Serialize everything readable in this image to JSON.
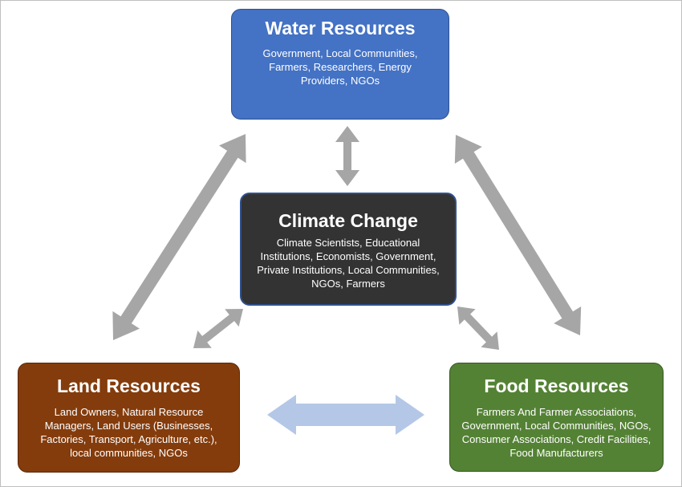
{
  "nodes": {
    "water": {
      "title": "Water Resources",
      "stakeholders": "Government, Local Communities, Farmers, Researchers, Energy Providers, NGOs",
      "color": "#4472c4"
    },
    "climate": {
      "title": "Climate Change",
      "stakeholders": "Climate Scientists, Educational Institutions, Economists, Government, Private Institutions, Local Communities, NGOs, Farmers",
      "color": "#333333"
    },
    "land": {
      "title": "Land Resources",
      "stakeholders": "Land Owners, Natural Resource Managers, Land Users (Businesses, Factories, Transport, Agriculture, etc.), local communities, NGOs",
      "color": "#843c0c"
    },
    "food": {
      "title": "Food Resources",
      "stakeholders": "Farmers And Farmer Associations, Government, Local Communities, NGOs, Consumer Associations, Credit Facilities, Food Manufacturers",
      "color": "#548235"
    }
  },
  "connections": [
    {
      "from": "water",
      "to": "climate",
      "type": "bidirectional",
      "color": "#a6a6a6"
    },
    {
      "from": "water",
      "to": "land",
      "type": "bidirectional",
      "color": "#a6a6a6"
    },
    {
      "from": "water",
      "to": "food",
      "type": "bidirectional",
      "color": "#a6a6a6"
    },
    {
      "from": "climate",
      "to": "land",
      "type": "bidirectional",
      "color": "#a6a6a6"
    },
    {
      "from": "climate",
      "to": "food",
      "type": "bidirectional",
      "color": "#a6a6a6"
    },
    {
      "from": "land",
      "to": "food",
      "type": "bidirectional",
      "color": "#b4c7e7"
    }
  ]
}
